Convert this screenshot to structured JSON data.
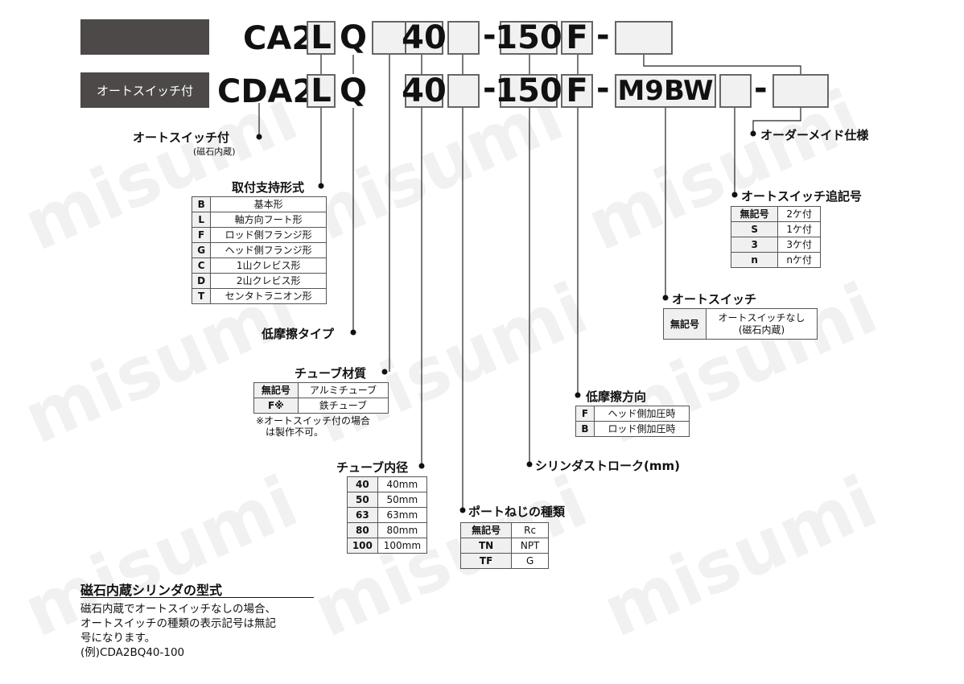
{
  "watermark": "misumi",
  "row1": {
    "prefix": "CA2",
    "mount": "L",
    "type": "Q",
    "bore": "40",
    "dash1": "-",
    "stroke": "150",
    "direction": "F",
    "dash2": "-"
  },
  "row2": {
    "badge": "オートスイッチ付",
    "prefix": "CDA2",
    "mount": "L",
    "type": "Q",
    "bore": "40",
    "dash1": "-",
    "stroke": "150",
    "direction": "F",
    "dash2": "-",
    "switch": "M9BW",
    "dash3": "-"
  },
  "labels": {
    "auto_switch_attached": "オートスイッチ付",
    "auto_switch_attached_sub": "(磁石内蔵)",
    "mounting_style": "取付支持形式",
    "low_friction_type": "低摩擦タイプ",
    "tube_material": "チューブ材質",
    "tube_note_1": "※オートスイッチ付の場合",
    "tube_note_2": "は製作不可。",
    "bore_size": "チューブ内径",
    "port_thread": "ポートねじの種類",
    "stroke": "シリンダストローク(mm)",
    "low_friction_direction": "低摩擦方向",
    "auto_switch": "オートスイッチ",
    "switch_suffix": "オートスイッチ追記号",
    "made_to_order": "オーダーメイド仕様"
  },
  "mounting_table": [
    {
      "code": "B",
      "desc": "基本形"
    },
    {
      "code": "L",
      "desc": "軸方向フート形"
    },
    {
      "code": "F",
      "desc": "ロッド側フランジ形"
    },
    {
      "code": "G",
      "desc": "ヘッド側フランジ形"
    },
    {
      "code": "C",
      "desc": "1山クレビス形"
    },
    {
      "code": "D",
      "desc": "2山クレビス形"
    },
    {
      "code": "T",
      "desc": "センタトラニオン形"
    }
  ],
  "tube_table": [
    {
      "code": "無記号",
      "desc": "アルミチューブ"
    },
    {
      "code": "F※",
      "desc": "鉄チューブ"
    }
  ],
  "bore_table": [
    {
      "code": "40",
      "desc": "40mm"
    },
    {
      "code": "50",
      "desc": "50mm"
    },
    {
      "code": "63",
      "desc": "63mm"
    },
    {
      "code": "80",
      "desc": "80mm"
    },
    {
      "code": "100",
      "desc": "100mm"
    }
  ],
  "port_table": [
    {
      "code": "無記号",
      "desc": "Rc"
    },
    {
      "code": "TN",
      "desc": "NPT"
    },
    {
      "code": "TF",
      "desc": "G"
    }
  ],
  "direction_table": [
    {
      "code": "F",
      "desc": "ヘッド側加圧時"
    },
    {
      "code": "B",
      "desc": "ロッド側加圧時"
    }
  ],
  "switch_table": [
    {
      "code": "無記号",
      "desc_1": "オートスイッチなし",
      "desc_2": "(磁石内蔵)"
    }
  ],
  "suffix_table": [
    {
      "code": "無記号",
      "desc": "2ケ付"
    },
    {
      "code": "S",
      "desc": "1ケ付"
    },
    {
      "code": "3",
      "desc": "3ケ付"
    },
    {
      "code": "n",
      "desc": "nケ付"
    }
  ],
  "footer": {
    "title": "磁石内蔵シリンダの型式",
    "line1": "磁石内蔵でオートスイッチなしの場合、",
    "line2": "オートスイッチの種類の表示記号は無記",
    "line3": "号になります。",
    "line4": "(例)CDA2BQ40-100"
  }
}
